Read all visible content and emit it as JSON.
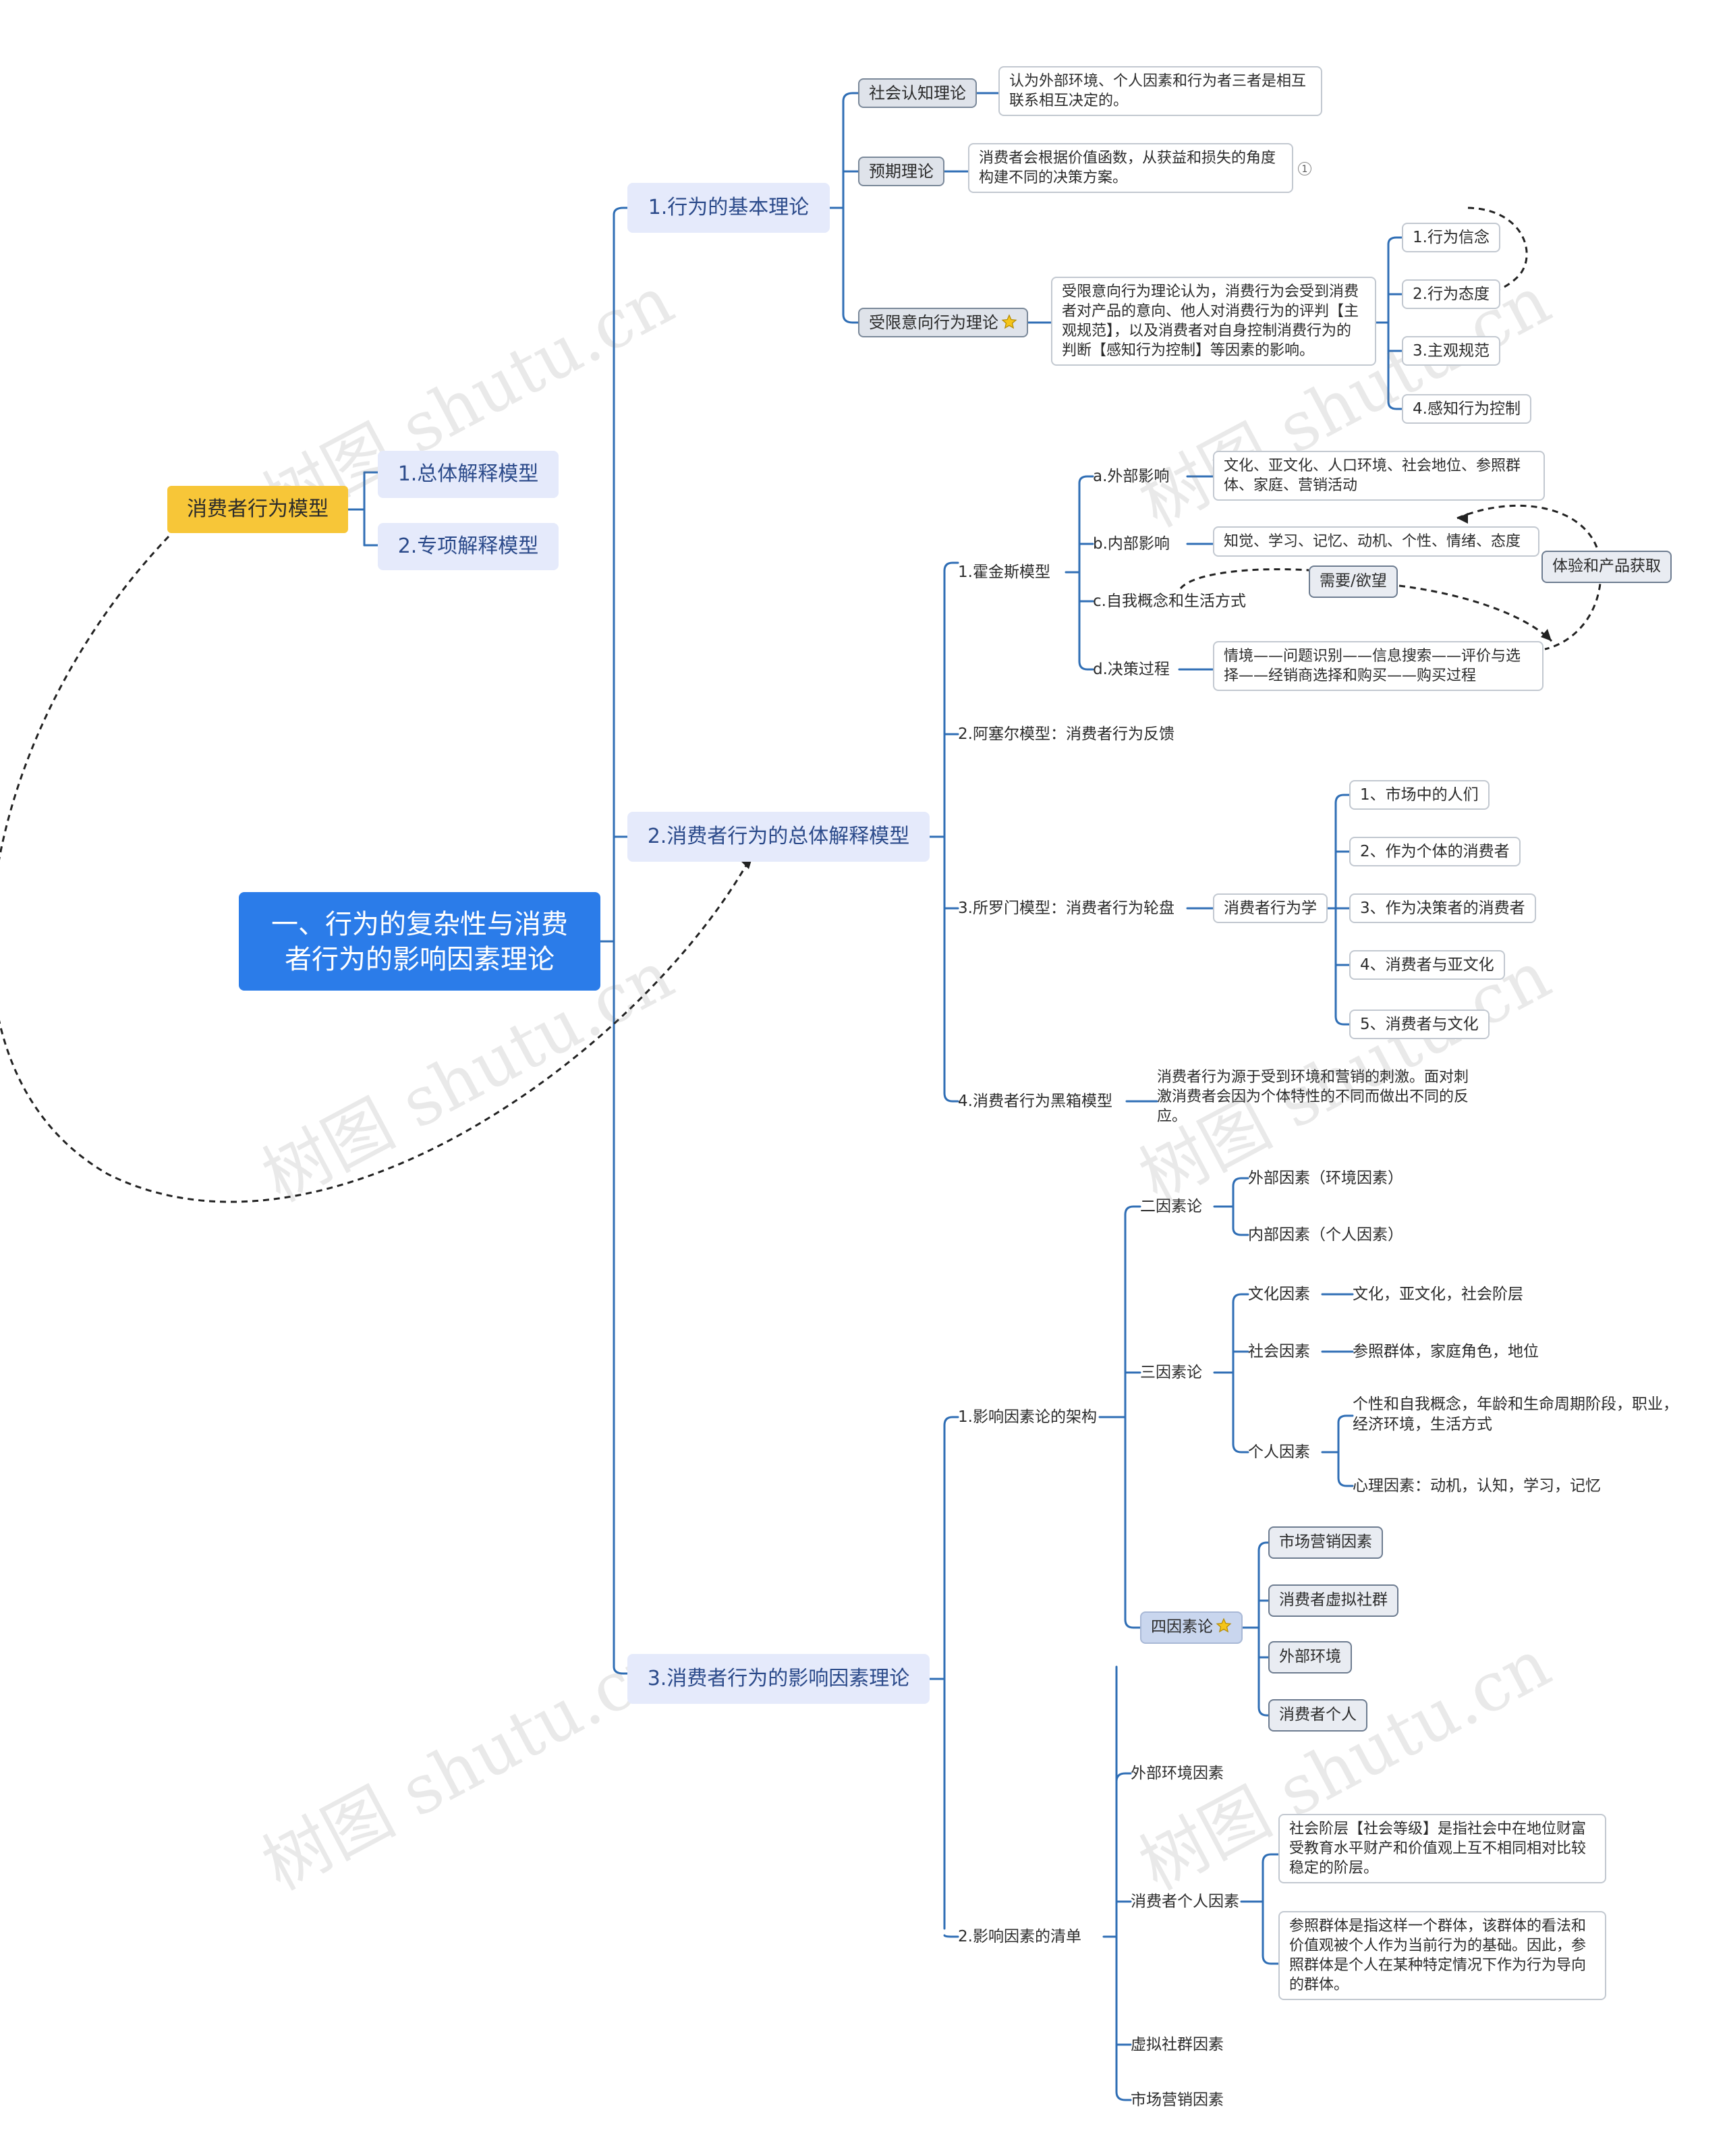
{
  "root": {
    "line1": "一、行为的复杂性与消费",
    "line2": "者行为的影响因素理论"
  },
  "side": {
    "title": "消费者行为模型",
    "items": [
      "1.总体解释模型",
      "2.专项解释模型"
    ]
  },
  "b1": {
    "title": "1.行为的基本理论",
    "social": {
      "label": "社会认知理论",
      "desc": "认为外部环境、个人因素和行为者三者是相互联系相互决定的。"
    },
    "expect": {
      "label": "预期理论",
      "desc": "消费者会根据价值函数，从获益和损失的角度构建不同的决策方案。",
      "badge": "1"
    },
    "limited": {
      "label": "受限意向行为理论",
      "desc": "受限意向行为理论认为，消费行为会受到消费者对产品的意向、他人对消费行为的评判【主观规范】，以及消费者对自身控制消费行为的判断【感知行为控制】等因素的影响。",
      "items": [
        "1.行为信念",
        "2.行为态度",
        "3.主观规范",
        "4.感知行为控制"
      ]
    }
  },
  "b2": {
    "title": "2.消费者行为的总体解释模型",
    "hawkins": {
      "label": "1.霍金斯模型",
      "a": {
        "label": "a.外部影响",
        "desc": "文化、亚文化、人口环境、社会地位、参照群体、家庭、营销活动"
      },
      "b": {
        "label": "b.内部影响",
        "desc": "知觉、学习、记忆、动机、个性、情绪、态度"
      },
      "c": {
        "label": "c.自我概念和生活方式"
      },
      "d": {
        "label": "d.决策过程",
        "desc": "情境——问题识别——信息搜索——评价与选择——经销商选择和购买——购买过程"
      },
      "need": "需要/欲望",
      "experience": "体验和产品获取"
    },
    "assael": "2.阿塞尔模型：消费者行为反馈",
    "solomon": {
      "label": "3.所罗门模型：消费者行为轮盘",
      "mid": "消费者行为学",
      "items": [
        "1、市场中的人们",
        "2、作为个体的消费者",
        "3、作为决策者的消费者",
        "4、消费者与亚文化",
        "5、消费者与文化"
      ]
    },
    "blackbox": {
      "label": "4.消费者行为黑箱模型",
      "desc": "消费者行为源于受到环境和营销的刺激。面对刺激消费者会因为个体特性的不同而做出不同的反应。"
    }
  },
  "b3": {
    "title": "3.消费者行为的影响因素理论",
    "arch": {
      "label": "1.影响因素论的架构",
      "two": {
        "label": "二因素论",
        "items": [
          "外部因素（环境因素）",
          "内部因素（个人因素）"
        ]
      },
      "three": {
        "label": "三因素论",
        "culture": {
          "label": "文化因素",
          "desc": "文化，亚文化，社会阶层"
        },
        "social": {
          "label": "社会因素",
          "desc": "参照群体，家庭角色，地位"
        },
        "personal": {
          "label": "个人因素",
          "items": [
            "个性和自我概念，年龄和生命周期阶段，职业，经济环境，生活方式",
            "心理因素：动机，认知，学习，记忆"
          ]
        }
      },
      "four": {
        "label": "四因素论",
        "items": [
          "市场营销因素",
          "消费者虚拟社群",
          "外部环境",
          "消费者个人"
        ]
      }
    },
    "list": {
      "label": "2.影响因素的清单",
      "external": "外部环境因素",
      "personal": {
        "label": "消费者个人因素",
        "items": [
          "社会阶层【社会等级】是指社会中在地位财富受教育水平财产和价值观上互不相同相对比较稳定的阶层。",
          "参照群体是指这样一个群体，该群体的看法和价值观被个人作为当前行为的基础。因此，参照群体是个人在某种特定情况下作为行为导向的群体。"
        ]
      },
      "virtual": "虚拟社群因素",
      "marketing": "市场营销因素"
    }
  },
  "watermark": "树图 shutu.cn",
  "colors": {
    "root": "#2b7ce9",
    "side": "#f7c638",
    "line": "#2f6eb5"
  }
}
